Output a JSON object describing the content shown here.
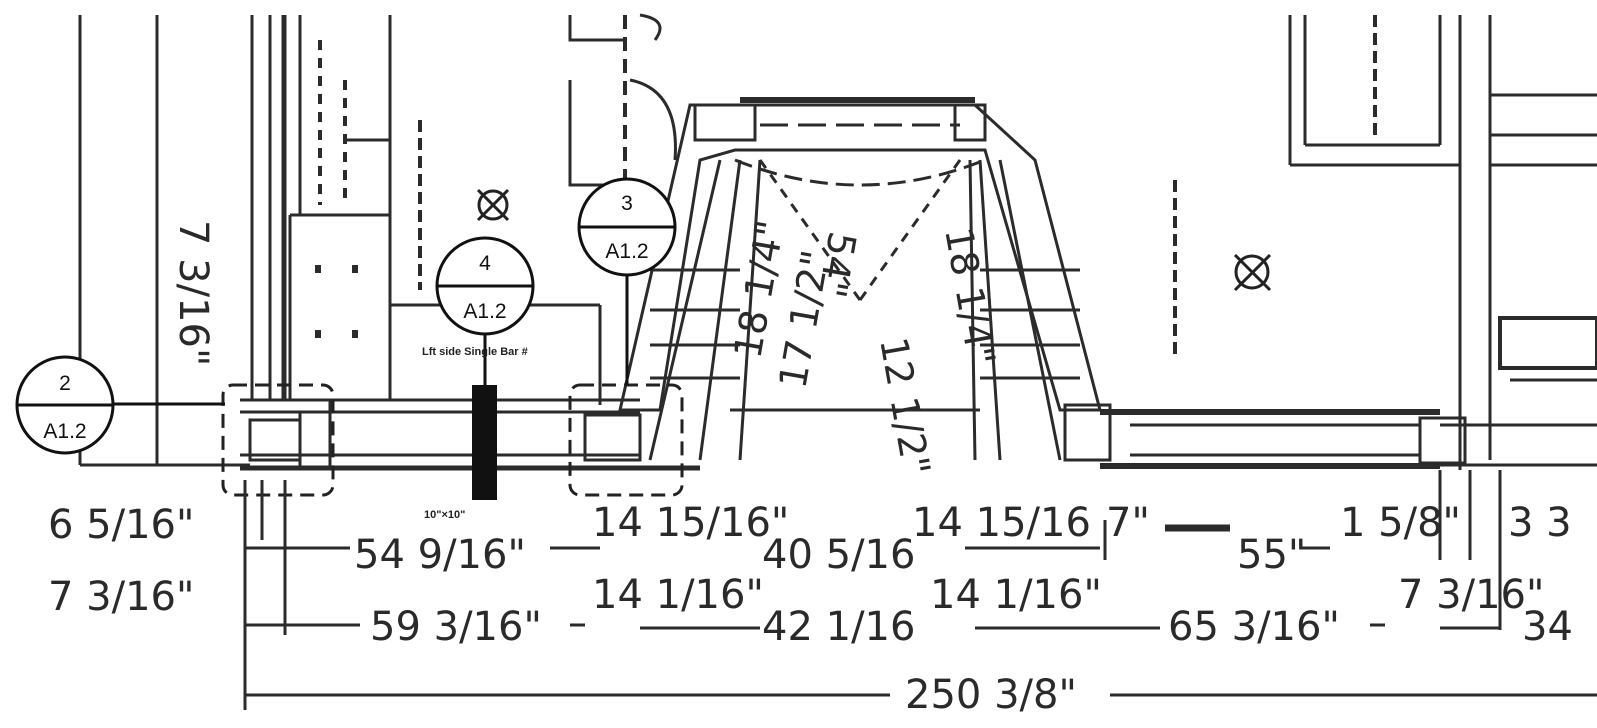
{
  "callouts": [
    {
      "number": "2",
      "sheet": "A1.2"
    },
    {
      "number": "4",
      "sheet": "A1.2"
    },
    {
      "number": "3",
      "sheet": "A1.2"
    }
  ],
  "left_dimensions": {
    "vertical_wall": "7 3/16\"",
    "row1": "6 5/16\"",
    "row2": "7 3/16\""
  },
  "dimension_row1": [
    "54 9/16\"",
    "14 15/16\"",
    "40 5/16",
    "14 15/16",
    "7\"",
    "55\"",
    "1 5/8\"",
    "3 3"
  ],
  "dimension_row2": [
    "59 3/16\"",
    "14 1/16\"",
    "42 1/16",
    "14 1/16\"",
    "65 3/16\"",
    "7 3/16\"",
    "34"
  ],
  "overall_dimension": "250 3/8\"",
  "bay_window_dimensions": {
    "left_angle": "18 1/4\"",
    "center_top": "54\"",
    "center": "17 1/2\"",
    "right_angle": "18 1/4\"",
    "center_lower": "12 1/2\""
  },
  "small_labels": {
    "window_tag": "Lft side Single Bar #",
    "fixture_tag": "10\"×10\""
  }
}
